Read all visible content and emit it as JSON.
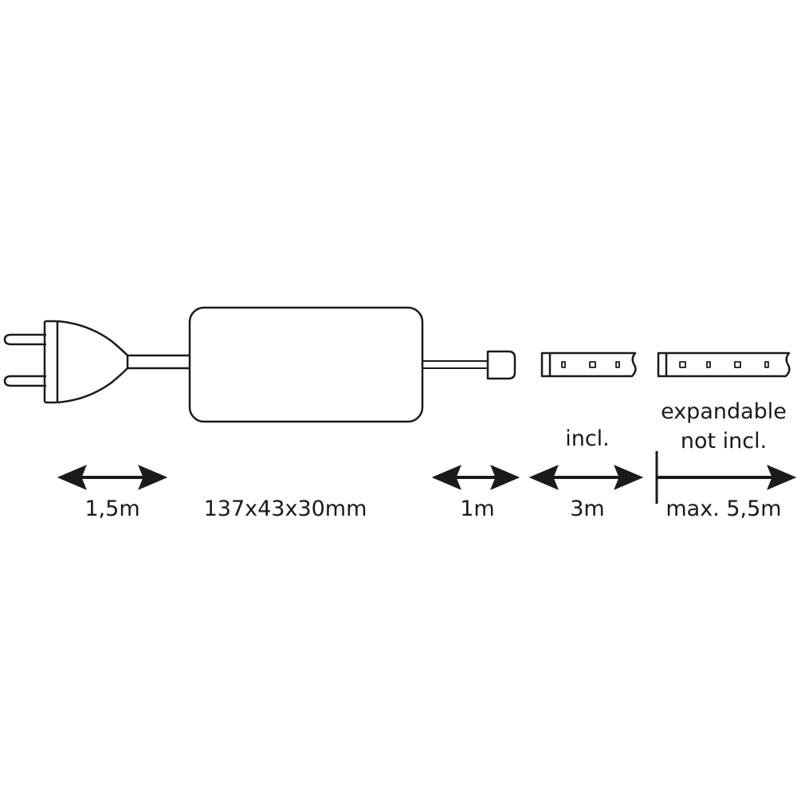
{
  "labels": {
    "cable_length": "1,5m",
    "driver_dimensions": "137x43x30mm",
    "connector_cable_length": "1m",
    "strip_included_note": "incl.",
    "strip_included_length": "3m",
    "extension_note_line1": "expandable",
    "extension_note_line2": "not incl.",
    "extension_max_length": "max. 5,5m"
  },
  "colors": {
    "stroke": "#1a1a1a",
    "background": "#ffffff"
  }
}
